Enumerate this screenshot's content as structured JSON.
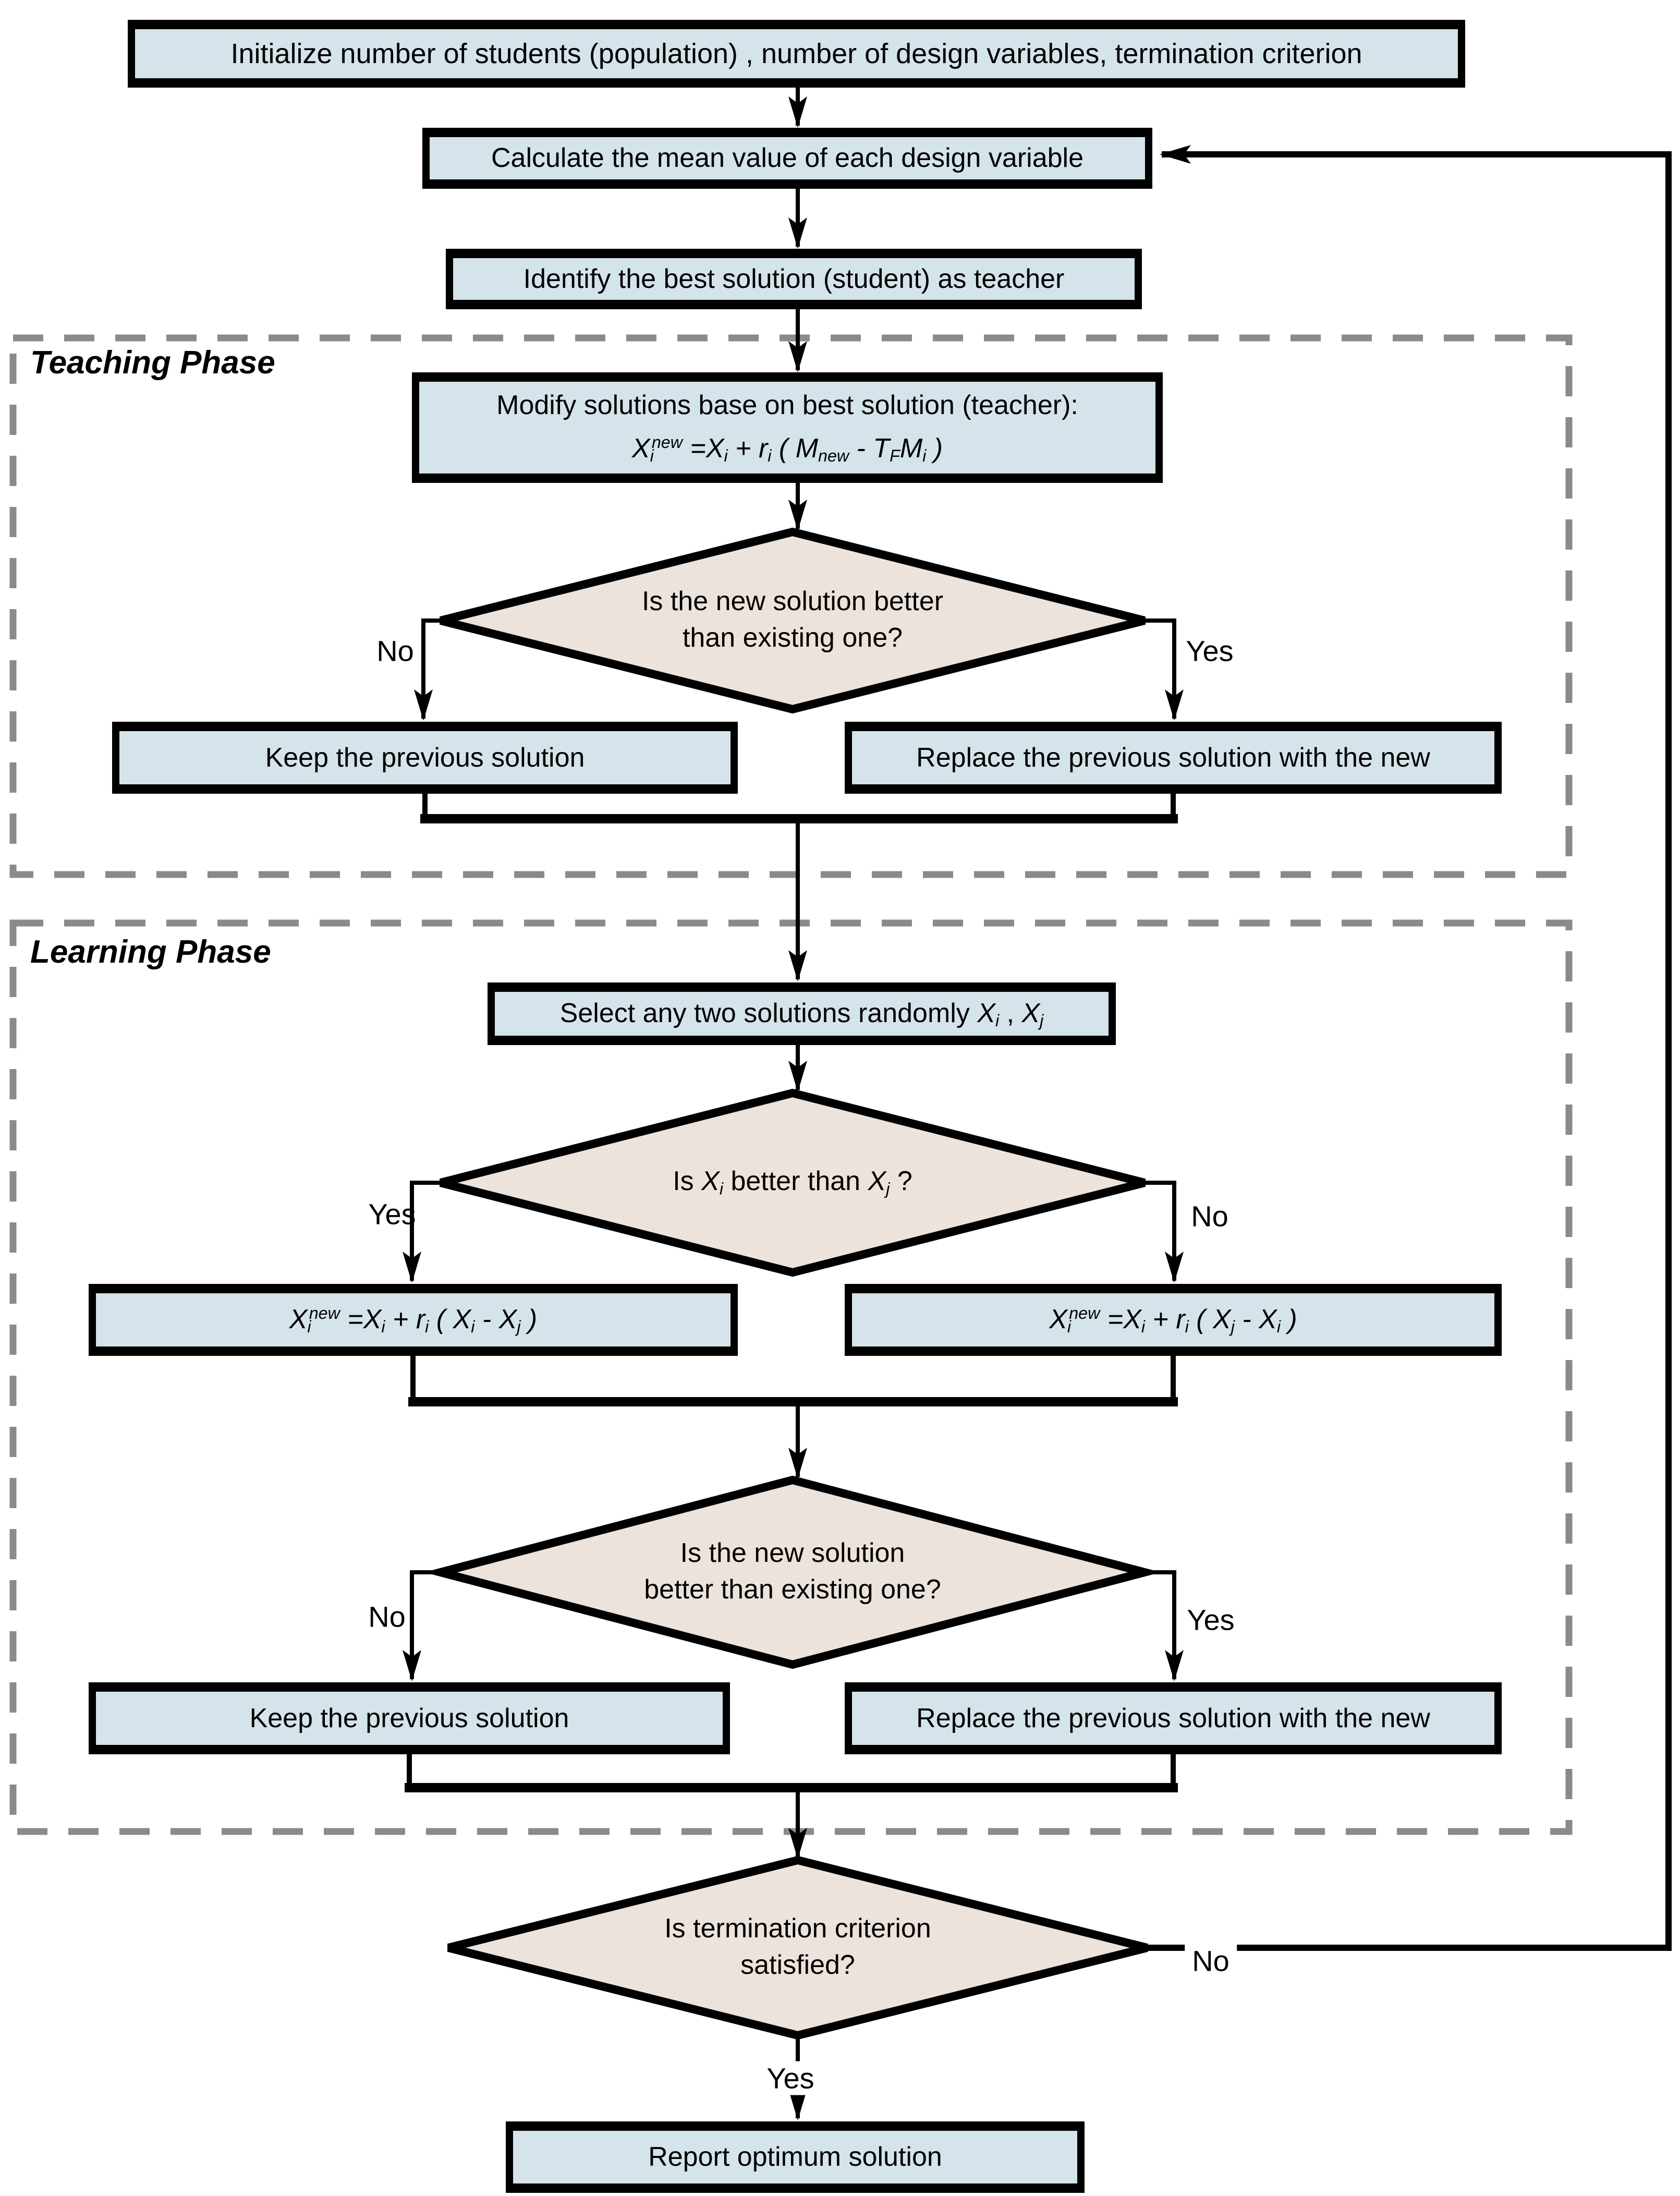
{
  "title": "TLBO algorithm flowchart",
  "colors": {
    "box_fill": "#d5e3ea",
    "diamond_fill": "#ece3dc",
    "line": "#000000",
    "dashed_border": "#8a8a8a"
  },
  "labels": {
    "teaching_phase": "Teaching Phase",
    "learning_phase": "Learning Phase",
    "yes": "Yes",
    "no": "No"
  },
  "nodes": {
    "init": {
      "label": "Initialize number of students (population) , number of design variables, termination criterion"
    },
    "calc": {
      "label": "Calculate the mean value of each design variable"
    },
    "identify": {
      "label": "Identify the best solution (student) as teacher"
    },
    "modify": {
      "line1": "Modify solutions base on best solution (teacher):",
      "formula": [
        {
          "t": "X",
          "it": 1
        },
        {
          "sub": "i",
          "it": 1
        },
        {
          "sup": "new",
          "it": 1
        },
        {
          "t": " =",
          "it": 1
        },
        {
          "t": "X",
          "it": 1
        },
        {
          "sub": "i",
          "it": 1
        },
        {
          "t": " + ",
          "it": 1
        },
        {
          "t": "r",
          "it": 1
        },
        {
          "sub": "i",
          "it": 1
        },
        {
          "t": " ( ",
          "it": 1
        },
        {
          "t": "M",
          "it": 1
        },
        {
          "sub": "new",
          "it": 1
        },
        {
          "t": " -   ",
          "it": 1
        },
        {
          "t": "T",
          "it": 1
        },
        {
          "sub": "F",
          "it": 1
        },
        {
          "t": "M",
          "it": 1
        },
        {
          "sub": "i",
          "it": 1
        },
        {
          "t": " )",
          "it": 1
        }
      ]
    },
    "d1": {
      "line1": "Is the new solution better",
      "line2": "than existing one?"
    },
    "keep1": {
      "label": "Keep the previous solution"
    },
    "replace1": {
      "label": "Replace the previous solution with the new"
    },
    "select": {
      "formula": [
        {
          "t": "Select any two solutions randomly "
        },
        {
          "t": "X",
          "it": 1
        },
        {
          "sub": "i",
          "it": 1
        },
        {
          "t": " , "
        },
        {
          "t": "X",
          "it": 1
        },
        {
          "sub": "j",
          "it": 1
        }
      ]
    },
    "d2": {
      "formula": [
        {
          "t": "Is "
        },
        {
          "t": "X",
          "it": 1
        },
        {
          "sub": "i",
          "it": 1
        },
        {
          "t": " better than "
        },
        {
          "t": "X",
          "it": 1
        },
        {
          "sub": "j",
          "it": 1
        },
        {
          "t": " ?"
        }
      ]
    },
    "formula_left": {
      "formula": [
        {
          "t": "X",
          "it": 1
        },
        {
          "sub": "i",
          "it": 1
        },
        {
          "sup": "new",
          "it": 1
        },
        {
          "t": " =",
          "it": 1
        },
        {
          "t": "X",
          "it": 1
        },
        {
          "sub": "i",
          "it": 1
        },
        {
          "t": " + ",
          "it": 1
        },
        {
          "t": "r",
          "it": 1
        },
        {
          "sub": "i",
          "it": 1
        },
        {
          "t": " ( ",
          "it": 1
        },
        {
          "t": "X",
          "it": 1
        },
        {
          "sub": "i",
          "it": 1
        },
        {
          "t": " -   ",
          "it": 1
        },
        {
          "t": "X",
          "it": 1
        },
        {
          "sub": "j",
          "it": 1
        },
        {
          "t": " )",
          "it": 1
        }
      ]
    },
    "formula_right": {
      "formula": [
        {
          "t": "X",
          "it": 1
        },
        {
          "sub": "i",
          "it": 1
        },
        {
          "sup": "new",
          "it": 1
        },
        {
          "t": " =",
          "it": 1
        },
        {
          "t": "X",
          "it": 1
        },
        {
          "sub": "i",
          "it": 1
        },
        {
          "t": " + ",
          "it": 1
        },
        {
          "t": "r",
          "it": 1
        },
        {
          "sub": "i",
          "it": 1
        },
        {
          "t": " ( ",
          "it": 1
        },
        {
          "t": "X",
          "it": 1
        },
        {
          "sub": "j",
          "it": 1
        },
        {
          "t": " -   ",
          "it": 1
        },
        {
          "t": "X",
          "it": 1
        },
        {
          "sub": "i",
          "it": 1
        },
        {
          "t": " )",
          "it": 1
        }
      ]
    },
    "d3": {
      "line1": "Is the new solution",
      "line2": "better than existing one?"
    },
    "keep2": {
      "label": "Keep the previous solution"
    },
    "replace2": {
      "label": "Replace the previous solution with the new"
    },
    "d4": {
      "line1": "Is termination criterion",
      "line2": "satisfied?"
    },
    "report": {
      "label": "Report optimum solution"
    }
  }
}
